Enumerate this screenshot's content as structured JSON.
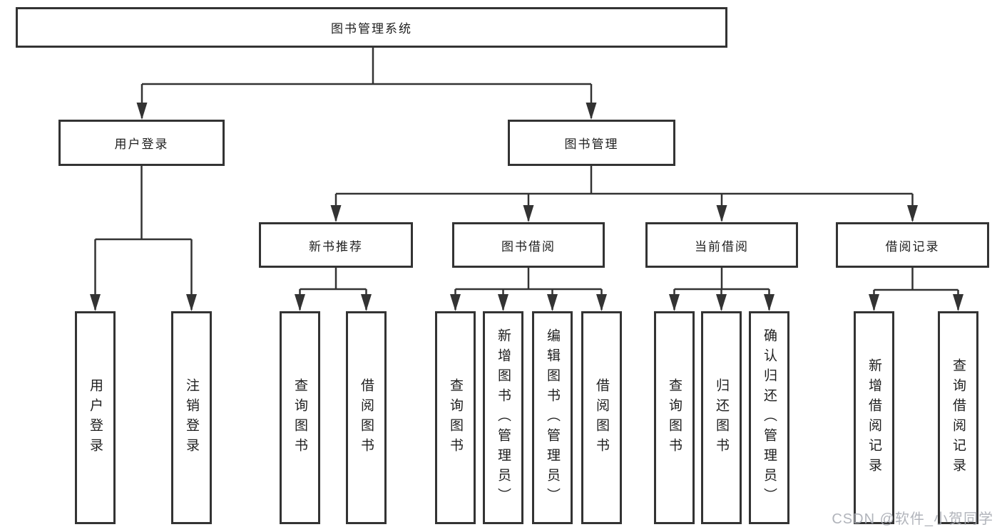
{
  "diagram": {
    "root": {
      "label": "图书管理系统"
    },
    "branches": [
      {
        "label": "用户登录",
        "children": [
          {
            "label": "用户登录"
          },
          {
            "label": "注销登录"
          }
        ]
      },
      {
        "label": "图书管理",
        "children": [
          {
            "label": "新书推荐",
            "children": [
              {
                "label": "查询图书"
              },
              {
                "label": "借阅图书"
              }
            ]
          },
          {
            "label": "图书借阅",
            "children": [
              {
                "label": "查询图书"
              },
              {
                "label": "新增图书（管理员）"
              },
              {
                "label": "编辑图书（管理员）"
              },
              {
                "label": "借阅图书"
              }
            ]
          },
          {
            "label": "当前借阅",
            "children": [
              {
                "label": "查询图书"
              },
              {
                "label": "归还图书"
              },
              {
                "label": "确认归还（管理员）"
              }
            ]
          },
          {
            "label": "借阅记录",
            "children": [
              {
                "label": "新增借阅记录"
              },
              {
                "label": "查询借阅记录"
              }
            ]
          }
        ]
      }
    ]
  },
  "watermark": {
    "text": "CSDN @软件_小贺同学"
  },
  "colors": {
    "line": "#333333",
    "text": "#1e1e1e",
    "background": "#ffffff",
    "watermark": "#a8acb4"
  }
}
